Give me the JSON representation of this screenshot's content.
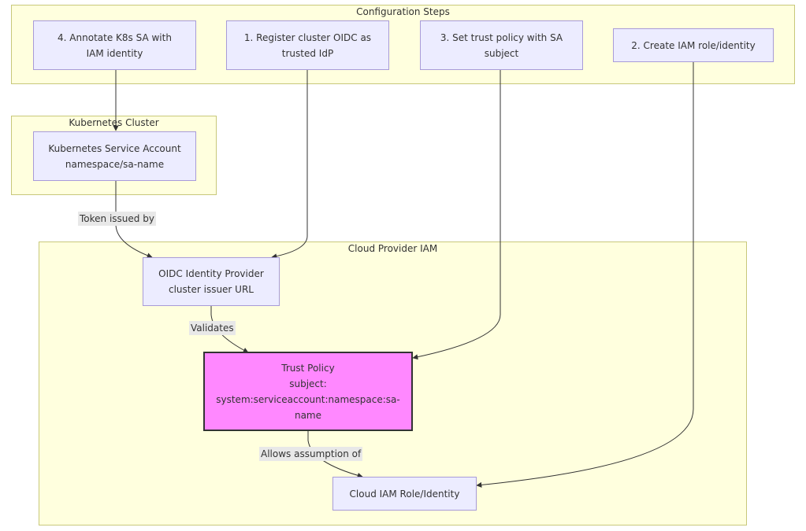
{
  "clusters": {
    "config_steps": "Configuration Steps",
    "k8s_cluster": "Kubernetes Cluster",
    "cloud_iam": "Cloud Provider IAM"
  },
  "nodes": {
    "step4": [
      "4. Annotate K8s SA with",
      "IAM identity"
    ],
    "step1": [
      "1. Register cluster OIDC as",
      "trusted IdP"
    ],
    "step3": [
      "3. Set trust policy with SA",
      "subject"
    ],
    "step2": [
      "2. Create IAM role/identity"
    ],
    "k8s_sa": [
      "Kubernetes Service Account",
      "namespace/sa-name"
    ],
    "oidc": [
      "OIDC Identity Provider",
      "cluster issuer URL"
    ],
    "trust": [
      "Trust Policy",
      "subject:",
      "system:serviceaccount:namespace:sa-",
      "name"
    ],
    "role": [
      "Cloud IAM Role/Identity"
    ]
  },
  "edge_labels": {
    "token": "Token issued by",
    "validates": "Validates",
    "allows": "Allows assumption of"
  },
  "colors": {
    "cluster_fill": "#ffffde",
    "node_fill": "#ececff",
    "node_border": "#a89bd8",
    "trust_fill": "#ff88ff",
    "edge": "#333333"
  }
}
